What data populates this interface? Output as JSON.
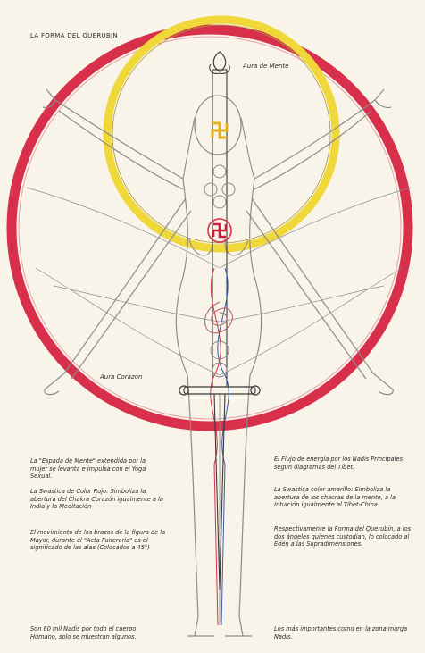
{
  "title": "LA FORMA DEL QUERUBIN",
  "labels": {
    "aura_mente": "Aura de Mente",
    "aura_corazon": "Aura Corazón"
  },
  "notes_left": [
    "La \"Espada de Mente\" extendida por la mujer se levanta e impulsa con el Yoga Sexual.",
    "La Swastica de Color Rojo: Simboliza la abertura del Chakra Corazón igualmente a la India y la Meditación",
    "El movimiento de los brazos de la figura de la Mayor, durante el \"Acta Funeraria\" es el significado de las alas (Colocados a 45°)",
    "Son 60 mil Nadis por todo el cuerpo Humano, solo se muestran algunos."
  ],
  "notes_right": [
    "El Flujo de energía por los Nadis Principales según diagramas del Tíbet.",
    "La Swastica color amarillo: Simboliza la abertura de los chacras de la mente, a la Intuición igualmente al Tíbet-China.",
    "Respectivamente la Forma del Querubín, a los dos ángeles quienes custodian, lo colocado al Edén a las Supradimensiones.",
    "Los más importantes como en la zona marga Nadis."
  ],
  "colors": {
    "paper": "#f8f4ea",
    "outer_circle": "#d8304a",
    "head_aura": "#f1d83a",
    "ink": "#8c8c8c",
    "dark_ink": "#3a3a3a"
  },
  "icons": [
    "swastika-yellow-icon",
    "swastika-red-icon",
    "sword-icon",
    "lotus-flame-icon"
  ]
}
